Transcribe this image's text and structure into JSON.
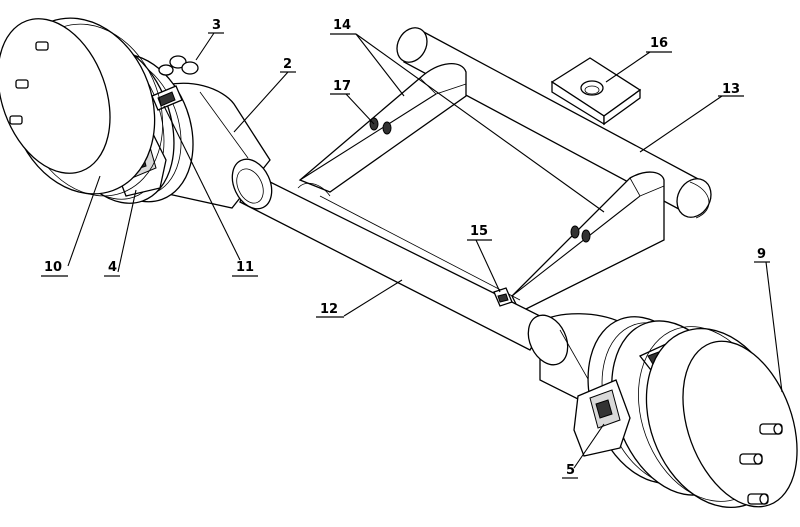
{
  "figure": {
    "background": "#ffffff",
    "line_color": "#000000",
    "labels": {
      "l2": "2",
      "l3": "3",
      "l4": "4",
      "l5": "5",
      "l9": "9",
      "l10": "10",
      "l11": "11",
      "l12": "12",
      "l13": "13",
      "l14": "14",
      "l15": "15",
      "l16": "16",
      "l17": "17"
    }
  }
}
